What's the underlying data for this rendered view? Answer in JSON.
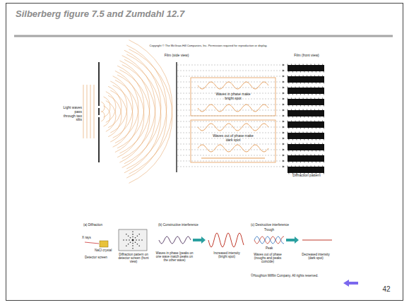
{
  "diagram": {
    "title": "Silberberg figure 7.5 and Zumdahl 12.7",
    "labels": [
      "Copyright © The McGraw-Hill Companies, Inc. Permission required for reproduction or display.",
      "Film (side view)",
      "Film (front view)",
      "Light waves pass through two slits",
      "Waves in phase make bright spot",
      "Waves out of phase make dark spot",
      "Diffraction pattern",
      "(a) Diffraction",
      "X rays",
      "NaCl crystal",
      "Detector screen",
      "Diffraction pattern on detector screen (front view)",
      "(b) Constructive interference",
      "Waves in phase (peaks on one wave match peaks on the other wave)",
      "Increased intensity (bright spot)",
      "(c) Destructive interference",
      "Trough",
      "Peak",
      "Waves out of phase (troughs and peaks coincide)",
      "Decreased intensity (dark spot)",
      "©Houghton Mifflin Company. All rights reserved.",
      "42"
    ]
  }
}
